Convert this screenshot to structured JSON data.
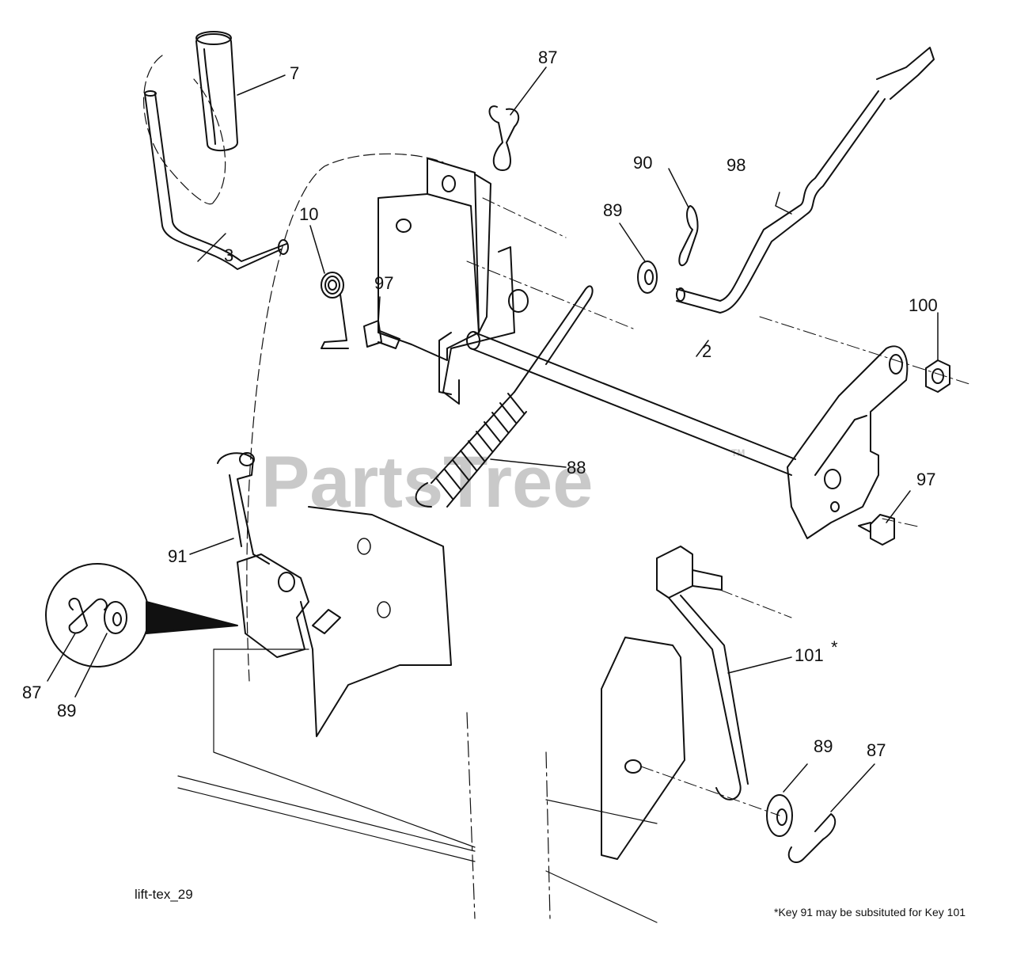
{
  "diagram_id": "lift-tex_29",
  "footnote": "*Key 91 may be subsituted for Key 101",
  "watermark": {
    "text": "PartsTree",
    "tm": "TM"
  },
  "callouts": {
    "c7": "7",
    "c87_top": "87",
    "c98": "98",
    "c90": "90",
    "c89_top": "89",
    "c3": "3",
    "c10": "10",
    "c97_left": "97",
    "c2": "2",
    "c100": "100",
    "c88": "88",
    "c97_right": "97",
    "c91": "91",
    "c101": "101",
    "c101_mark": "*",
    "c87_left": "87",
    "c89_left": "89",
    "c89_bottom": "89",
    "c87_bottom": "87"
  }
}
